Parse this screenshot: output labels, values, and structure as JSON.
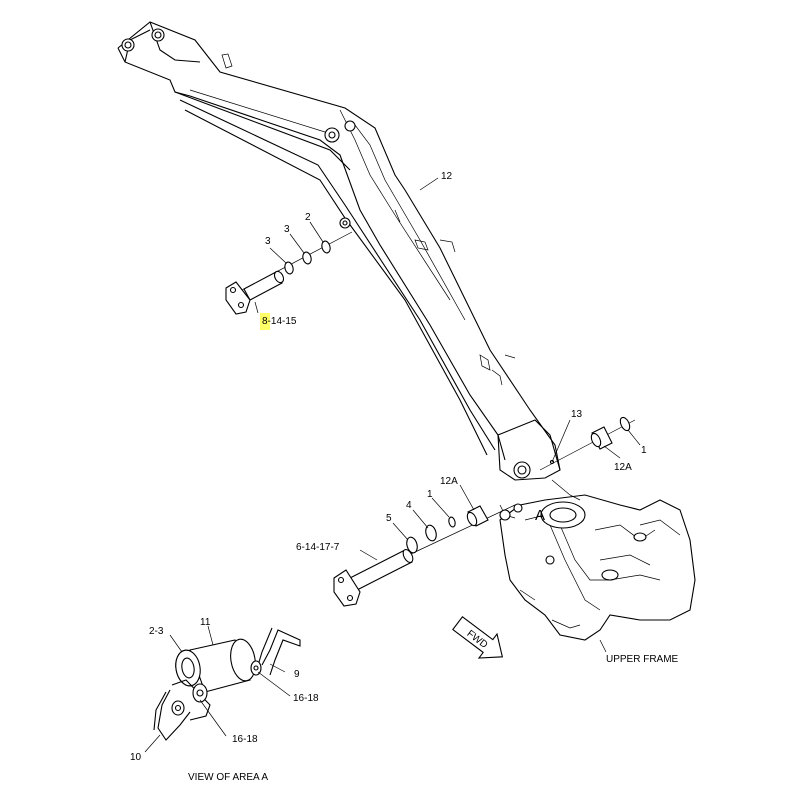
{
  "diagram": {
    "highlight_color": "#ffff66",
    "callouts": {
      "boom": "12",
      "washer_3a": "3",
      "washer_3b": "3",
      "washer_2": "2",
      "pin_group_upper": "8-14-15",
      "bracket_13": "13",
      "seal_1_right": "1",
      "bushing_12a_right": "12A",
      "bushing_12a_left": "12A",
      "seal_1_left": "1",
      "washer_4": "4",
      "washer_5": "5",
      "pin_group_lower": "6-14-17-7",
      "area_marker": "A",
      "fwd_arrow": "FWD",
      "upper_frame": "UPPER FRAME",
      "detail_2_3": "2-3",
      "detail_11": "11",
      "detail_9": "9",
      "detail_16_18_upper": "16-18",
      "detail_16_18_lower": "16-18",
      "detail_10": "10",
      "view_title": "VIEW OF AREA A"
    }
  }
}
